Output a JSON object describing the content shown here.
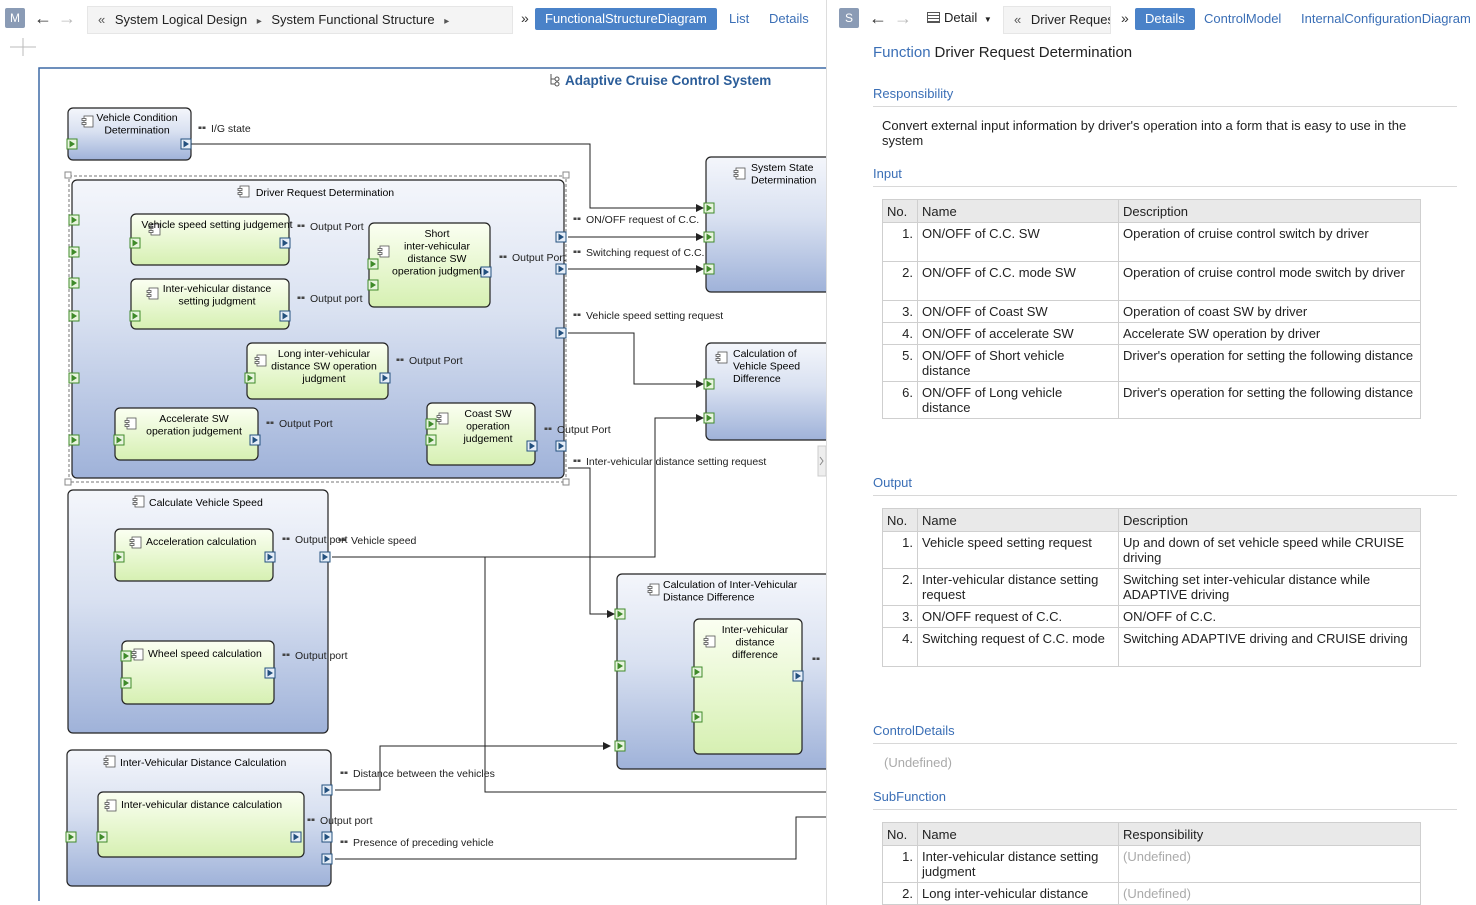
{
  "left_toolbar": {
    "badge": "M",
    "breadcrumb": [
      "System Logical Design",
      "System Functional Structure"
    ],
    "tabs": {
      "active": "FunctionalStructureDiagram",
      "list": "List",
      "details": "Details"
    }
  },
  "diagram": {
    "title": "Adaptive Cruise Control System",
    "blocks": {
      "vehicle_condition": "Vehicle Condition Determination",
      "driver_request": "Driver Request Determination",
      "vehicle_speed_setting": "Vehicle speed setting judgement",
      "inter_vehicular_setting": "Inter-vehicular distance setting judgment",
      "short_sw": "Short inter-vehicular distance SW operation judgment",
      "long_sw": "Long inter-vehicular distance SW operation judgment",
      "accelerate_sw": "Accelerate SW operation judgement",
      "coast_sw": "Coast SW operation judgement",
      "system_state": "System State Determination",
      "calc_speed_diff": "Calculation of Vehicle Speed Difference",
      "calc_vehicle_speed": "Calculate Vehicle Speed",
      "acceleration_calc": "Acceleration calculation",
      "wheel_speed_calc": "Wheel speed calculation",
      "calc_inter_diff": "Calculation of Inter-Vehicular Distance Difference",
      "inter_diff": "Inter-vehicular distance difference",
      "inter_distance_calc_block": "Inter-Vehicular Distance Calculation",
      "inter_distance_calc": "Inter-vehicular distance calculation"
    },
    "labels": {
      "ig_state": "I/G state",
      "output_port_1": "Output Port",
      "output_port_2": "Output port",
      "output_port_3": "Output Port",
      "output_port_4": "Output Port",
      "output_port_5": "Output Port",
      "output_port_6": "Output Port",
      "output_port_7": "Output port",
      "output_port_8": "Output port",
      "output_port_9": "Output port",
      "onoff_cc": "ON/OFF request of C.C.",
      "switching_cc": "Switching request of C.C.",
      "speed_setting_req": "Vehicle speed setting request",
      "inter_setting_req": "Inter-vehicular distance setting request",
      "vehicle_speed": "Vehicle speed",
      "distance_between": "Distance between the vehicles",
      "presence_preceding": "Presence of preceding vehicle"
    }
  },
  "right_toolbar": {
    "badge": "S",
    "detail_menu": "Detail",
    "breadcrumb": "Driver Request Determination",
    "tabs": {
      "active": "Details",
      "control_model": "ControlModel",
      "internal": "InternalConfigurationDiagram"
    }
  },
  "detail": {
    "kind": "Function",
    "name": "Driver Request Determination",
    "responsibility_heading": "Responsibility",
    "responsibility_text": "Convert external input information by driver's operation into a form that is easy to use in the system",
    "input_heading": "Input",
    "output_heading": "Output",
    "control_heading": "ControlDetails",
    "control_value": "(Undefined)",
    "sub_heading": "SubFunction",
    "col_no": "No.",
    "col_name": "Name",
    "col_description": "Description",
    "col_responsibility": "Responsibility",
    "inputs": [
      {
        "no": "1.",
        "name": "ON/OFF of C.C. SW",
        "desc": "Operation of cruise control switch by driver"
      },
      {
        "no": "2.",
        "name": "ON/OFF of C.C. mode SW",
        "desc": "Operation of cruise control mode switch by driver"
      },
      {
        "no": "3.",
        "name": "ON/OFF of Coast SW",
        "desc": "Operation of coast SW by driver"
      },
      {
        "no": "4.",
        "name": "ON/OFF of  accelerate SW",
        "desc": "Accelerate SW operation by driver"
      },
      {
        "no": "5.",
        "name": "ON/OFF of Short vehicle distance",
        "desc": "Driver's operation for setting the following distance"
      },
      {
        "no": "6.",
        "name": "ON/OFF of Long vehicle distance",
        "desc": "Driver's operation for setting the following distance"
      }
    ],
    "outputs": [
      {
        "no": "1.",
        "name": "Vehicle speed setting request",
        "desc": "Up and down of set vehicle speed while CRUISE driving"
      },
      {
        "no": "2.",
        "name": "Inter-vehicular distance setting request",
        "desc": "Switching set inter-vehicular distance while ADAPTIVE driving"
      },
      {
        "no": "3.",
        "name": "ON/OFF request of C.C.",
        "desc": "ON/OFF of C.C."
      },
      {
        "no": "4.",
        "name": "Switching request of C.C. mode",
        "desc": "Switching ADAPTIVE driving and CRUISE driving"
      }
    ],
    "subfunctions": [
      {
        "no": "1.",
        "name": "Inter-vehicular distance setting judgment",
        "resp": "(Undefined)"
      },
      {
        "no": "2.",
        "name": "Long inter-vehicular distance",
        "resp": "(Undefined)"
      }
    ]
  }
}
